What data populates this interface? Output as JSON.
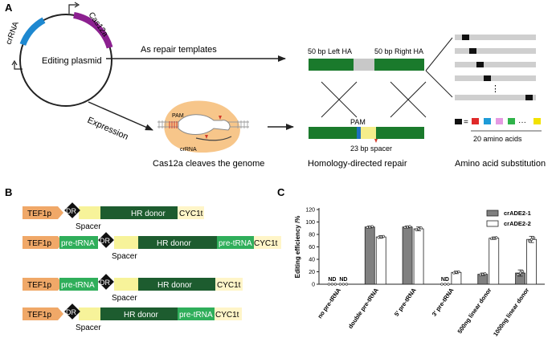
{
  "panels": {
    "a": "A",
    "b": "B",
    "c": "C"
  },
  "panel_a": {
    "plasmid": {
      "center": "Editing plasmid",
      "crRNA": "crRNA",
      "cas12a": "Cas12a"
    },
    "arrow_top_label": "As repair templates",
    "arrow_bottom_label": "Expression",
    "cleave_caption": "Cas12a cleaves the genome",
    "pam_small": "PAM",
    "crrna_small": "crRNA",
    "left_ha": "50 bp Left HA",
    "right_ha": "50 bp Right HA",
    "pam": "PAM",
    "spacer_caption": "23 bp spacer",
    "hdr_caption": "Homology-directed repair",
    "legend_eq": "=",
    "legend_dots": "···",
    "legend_colors": [
      "#e02a2a",
      "#1e9bd7",
      "#e59ae2",
      "#2fb34a",
      "#f2e200"
    ],
    "amino_acids": "20 amino acids",
    "substitution_caption": "Amino acid substitution",
    "vertical_dots": "⋮"
  },
  "panel_b": {
    "constructs": [
      {
        "blocks": [
          "TEF1p",
          "DR",
          "Spacer",
          "HR donor",
          "CYC1t"
        ]
      },
      {
        "blocks": [
          "TEF1p",
          "pre-tRNA",
          "DR",
          "Spacer",
          "HR donor",
          "pre-tRNA",
          "CYC1t"
        ]
      },
      {
        "blocks": [
          "TEF1p",
          "pre-tRNA",
          "DR",
          "Spacer",
          "HR donor",
          "CYC1t"
        ]
      },
      {
        "blocks": [
          "TEF1p",
          "DR",
          "Spacer",
          "HR donor",
          "pre-tRNA",
          "CYC1t"
        ]
      }
    ]
  },
  "chart_data": {
    "type": "bar",
    "ylabel": "Editing efficiency /%",
    "ylim": [
      0,
      120
    ],
    "yticks": [
      0,
      20,
      40,
      60,
      80,
      100,
      120
    ],
    "categories": [
      "no pre-tRNA",
      "double pre-tRNA",
      "5' pre-tRNA",
      "3' pre-tRNA",
      "500ng linear donor",
      "1000ng linear donor"
    ],
    "series": [
      {
        "name": "crADE2-1",
        "color": "#808080",
        "values": [
          0,
          92,
          92,
          0,
          16,
          18
        ],
        "errors": [
          0,
          1.5,
          1.5,
          0,
          2,
          5
        ]
      },
      {
        "name": "crADE2-2",
        "color": "#ffffff",
        "values": [
          0,
          76,
          89,
          19,
          74,
          72
        ],
        "errors": [
          0,
          2,
          3,
          2,
          2,
          5
        ]
      }
    ],
    "annotations": [
      {
        "category": "no pre-tRNA",
        "series": "crADE2-1",
        "text": "ND"
      },
      {
        "category": "no pre-tRNA",
        "series": "crADE2-2",
        "text": "ND"
      },
      {
        "category": "3' pre-tRNA",
        "series": "crADE2-1",
        "text": "ND"
      }
    ],
    "legend_position": "top-right"
  }
}
